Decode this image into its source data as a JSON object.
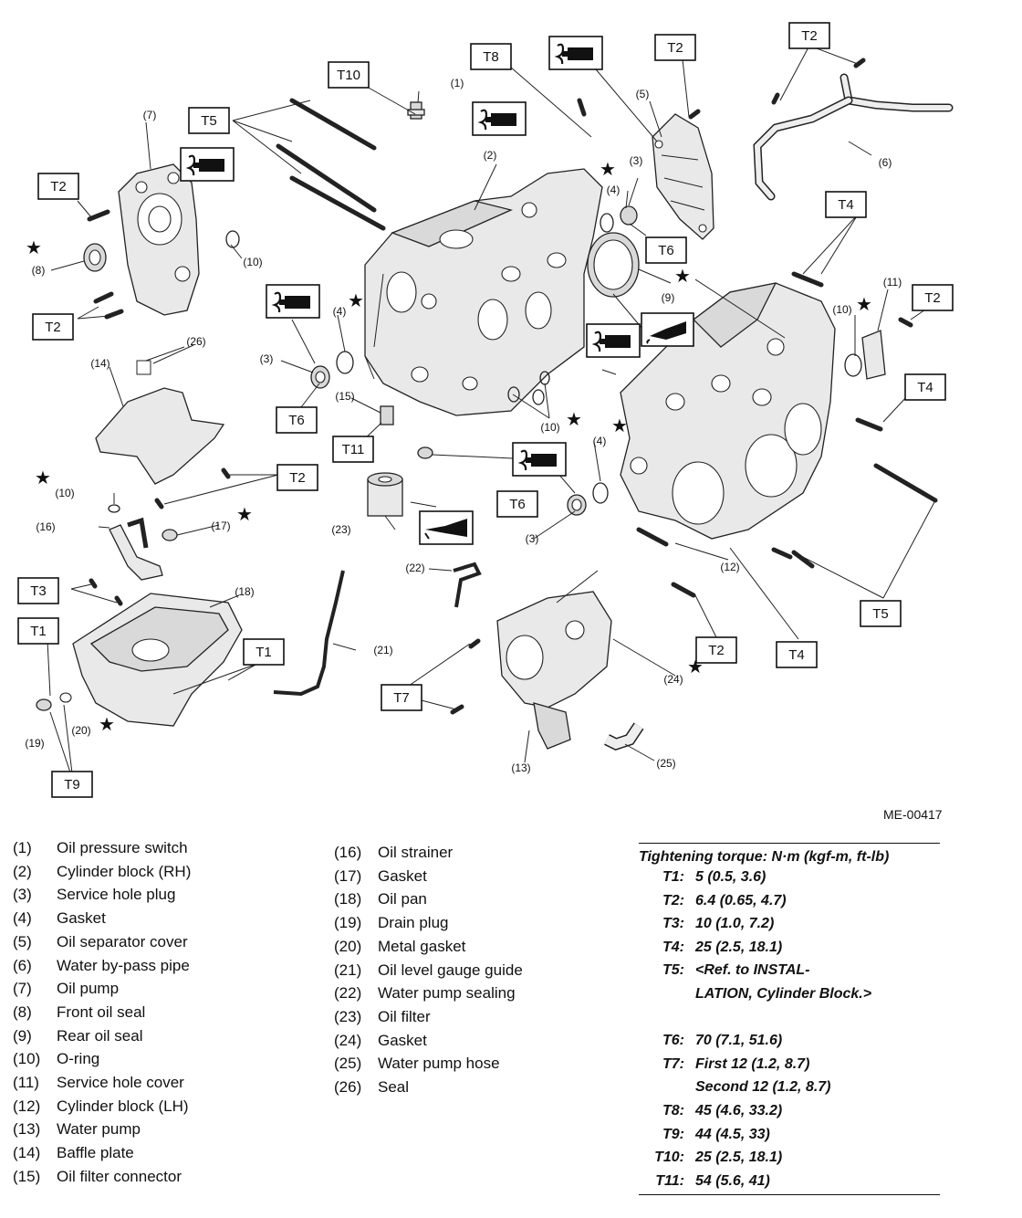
{
  "figure": {
    "code": "ME-00417",
    "callouts": [
      "(1)",
      "(2)",
      "(3)",
      "(4)",
      "(5)",
      "(6)",
      "(7)",
      "(8)",
      "(9)",
      "(10)",
      "(11)",
      "(12)",
      "(13)",
      "(14)",
      "(15)",
      "(16)",
      "(17)",
      "(18)",
      "(19)",
      "(20)",
      "(21)",
      "(22)",
      "(23)",
      "(24)",
      "(25)",
      "(26)"
    ],
    "torque_labels": [
      "T1",
      "T2",
      "T3",
      "T4",
      "T5",
      "T6",
      "T7",
      "T8",
      "T9",
      "T10",
      "T11"
    ],
    "replace_mark": "★"
  },
  "legend_left": [
    {
      "num": "(1)",
      "name": "Oil pressure switch"
    },
    {
      "num": "(2)",
      "name": "Cylinder block (RH)"
    },
    {
      "num": "(3)",
      "name": "Service hole plug"
    },
    {
      "num": "(4)",
      "name": "Gasket"
    },
    {
      "num": "(5)",
      "name": "Oil separator cover"
    },
    {
      "num": "(6)",
      "name": "Water by-pass pipe"
    },
    {
      "num": "(7)",
      "name": "Oil pump"
    },
    {
      "num": "(8)",
      "name": "Front oil seal"
    },
    {
      "num": "(9)",
      "name": "Rear oil seal"
    },
    {
      "num": "(10)",
      "name": "O-ring"
    },
    {
      "num": "(11)",
      "name": "Service hole cover"
    },
    {
      "num": "(12)",
      "name": "Cylinder block (LH)"
    },
    {
      "num": "(13)",
      "name": "Water pump"
    },
    {
      "num": "(14)",
      "name": "Baffle plate"
    },
    {
      "num": "(15)",
      "name": "Oil filter connector"
    }
  ],
  "legend_right": [
    {
      "num": "(16)",
      "name": "Oil strainer"
    },
    {
      "num": "(17)",
      "name": "Gasket"
    },
    {
      "num": "(18)",
      "name": "Oil pan"
    },
    {
      "num": "(19)",
      "name": "Drain plug"
    },
    {
      "num": "(20)",
      "name": "Metal gasket"
    },
    {
      "num": "(21)",
      "name": "Oil level gauge guide"
    },
    {
      "num": "(22)",
      "name": "Water pump sealing"
    },
    {
      "num": "(23)",
      "name": "Oil filter"
    },
    {
      "num": "(24)",
      "name": "Gasket"
    },
    {
      "num": "(25)",
      "name": "Water pump hose"
    },
    {
      "num": "(26)",
      "name": "Seal"
    }
  ],
  "torque": {
    "header": "Tightening torque: N·m (kgf-m, ft-lb)",
    "rows": [
      {
        "key": "T1:",
        "value": "5 (0.5, 3.6)"
      },
      {
        "key": "T2:",
        "value": "6.4 (0.65, 4.7)"
      },
      {
        "key": "T3:",
        "value": "10 (1.0, 7.2)"
      },
      {
        "key": "T4:",
        "value": "25 (2.5, 18.1)"
      },
      {
        "key": "T5:",
        "value": "<Ref. to INSTAL-"
      },
      {
        "key": "",
        "value": "LATION, Cylinder Block.>"
      },
      {
        "key": "",
        "value": ""
      },
      {
        "key": "T6:",
        "value": "70 (7.1, 51.6)"
      },
      {
        "key": "T7:",
        "value": "First 12 (1.2, 8.7)"
      },
      {
        "key": "",
        "value": "Second 12 (1.2, 8.7)"
      },
      {
        "key": "T8:",
        "value": "45 (4.6, 33.2)"
      },
      {
        "key": "T9:",
        "value": "44 (4.5, 33)"
      },
      {
        "key": "T10:",
        "value": "25 (2.5, 18.1)"
      },
      {
        "key": "T11:",
        "value": "54 (5.6, 41)"
      }
    ]
  }
}
